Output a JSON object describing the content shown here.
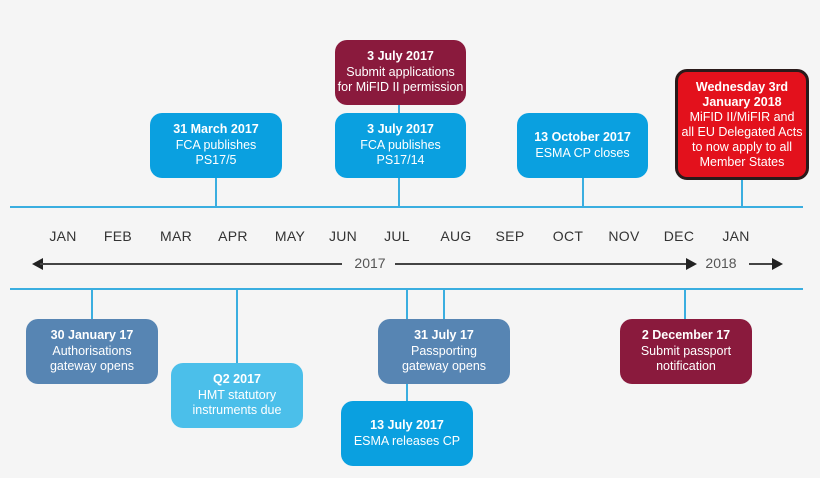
{
  "timeline": {
    "months": [
      "JAN",
      "FEB",
      "MAR",
      "APR",
      "MAY",
      "JUN",
      "JUL",
      "AUG",
      "SEP",
      "OCT",
      "NOV",
      "DEC",
      "JAN"
    ],
    "years": [
      "2017",
      "2018"
    ],
    "colors": {
      "axis_line": "#3aaee0",
      "blue": "#0aa0e0",
      "maroon": "#8a1a3d",
      "steel_blue": "#5785b3",
      "light_blue": "#4bbfea",
      "red": "#e3111c"
    }
  },
  "events_above": [
    {
      "date": "31  March 2017",
      "lines": [
        "FCA publishes",
        "PS17/5"
      ]
    },
    {
      "date": "3 July 2017",
      "lines": [
        "Submit applications",
        "for MiFID II permission"
      ]
    },
    {
      "date": "3 July 2017",
      "lines": [
        "FCA publishes",
        "PS17/14"
      ]
    },
    {
      "date": "13 October 2017",
      "lines": [
        "ESMA CP closes"
      ]
    },
    {
      "date": "Wednesday 3rd",
      "date2": "January 2018",
      "lines": [
        "MiFID II/MiFIR and",
        "all EU Delegated Acts",
        "to now apply to all",
        "Member States"
      ]
    }
  ],
  "events_below": [
    {
      "date": "30 January 17",
      "lines": [
        "Authorisations",
        "gateway opens"
      ]
    },
    {
      "date": "Q2 2017",
      "lines": [
        "HMT statutory",
        "instruments due"
      ]
    },
    {
      "date": "31 July 17",
      "lines": [
        "Passporting",
        "gateway opens"
      ]
    },
    {
      "date": "13 July 2017",
      "lines": [
        "ESMA releases CP"
      ]
    },
    {
      "date": "2 December 17",
      "lines": [
        "Submit passport",
        "notification"
      ]
    }
  ]
}
